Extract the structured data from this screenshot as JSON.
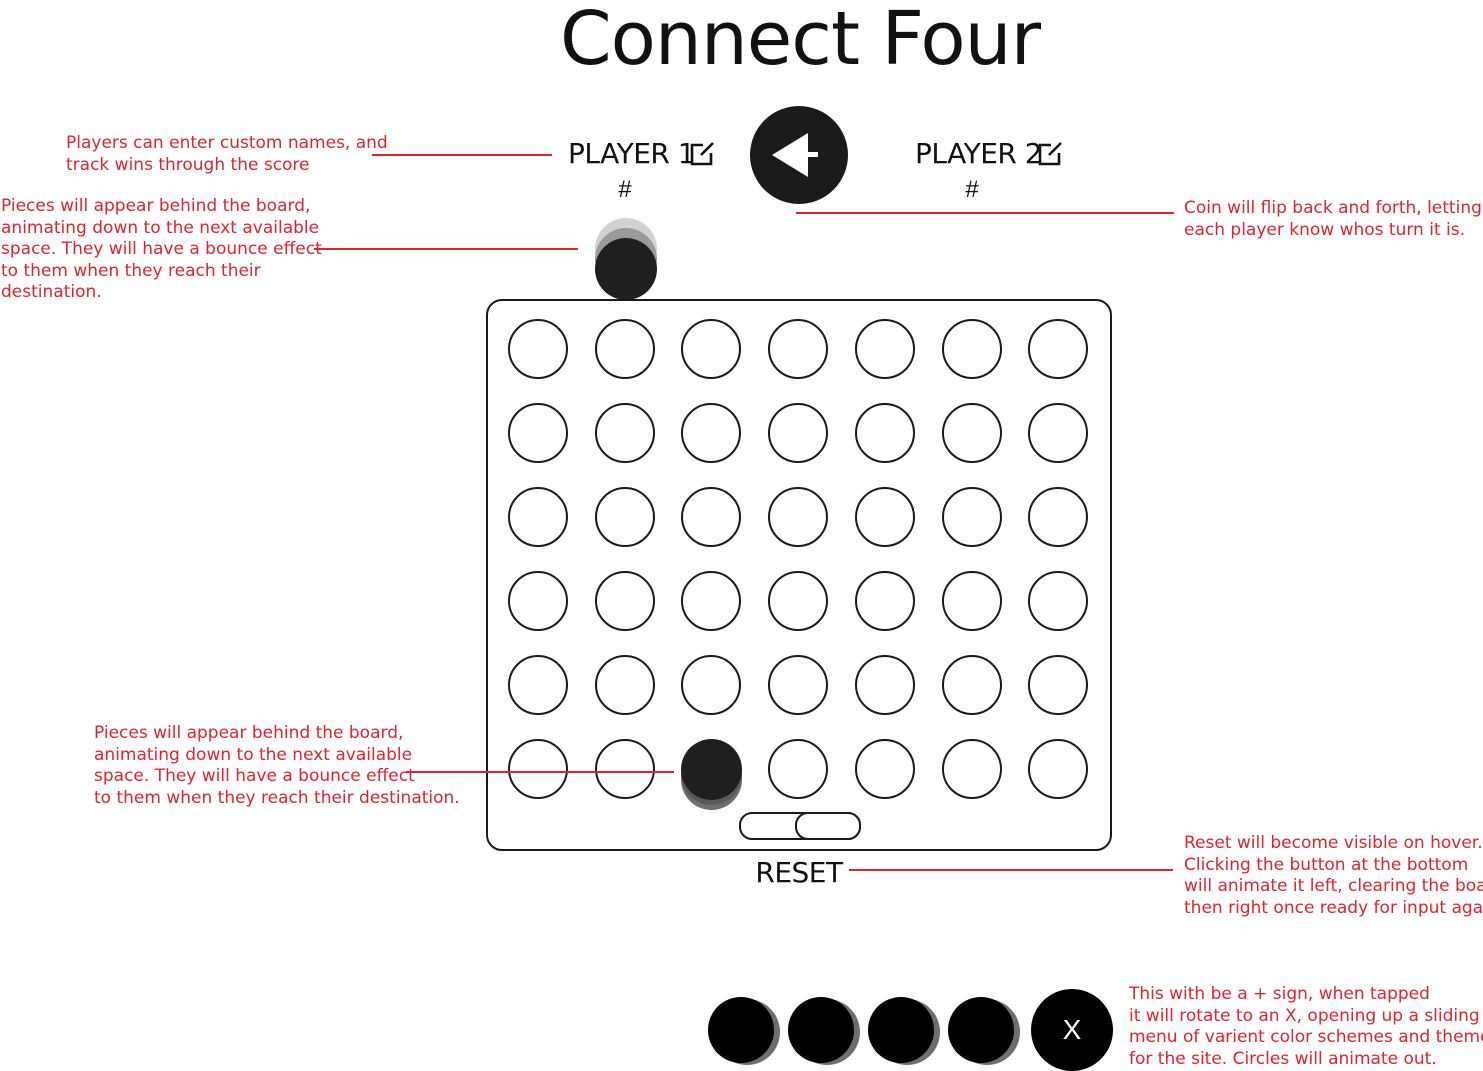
{
  "header": {
    "title": "Connect Four"
  },
  "players": [
    {
      "name": "PLAYER 1",
      "score": "#",
      "edit_icon": "edit-icon"
    },
    {
      "name": "PLAYER 2",
      "score": "#",
      "edit_icon": "edit-icon"
    }
  ],
  "turn_coin": {
    "icon": "arrow-left-icon"
  },
  "board": {
    "rows": 6,
    "columns": 7,
    "filled_cells": [
      [
        5,
        2
      ]
    ]
  },
  "reset": {
    "label": "RESET"
  },
  "menu": {
    "toggle_label": "X",
    "theme_swatch_count": 4
  },
  "annotations": {
    "names": "Players can enter custom names, and\ntrack wins through the score",
    "top_piece": "Pieces will appear behind the board,\nanimating down to the next available\nspace. They will have a bounce effect\nto them when they reach their\ndestination.",
    "coin": "Coin will flip back and forth, letting\neach player know whos turn it is.",
    "bottom_piece": "Pieces will appear behind the board,\nanimating down to the next available\nspace. They will have a bounce effect\nto them when they reach their destination.",
    "reset": "Reset will become visible on hover.\nClicking the button at the bottom\nwill animate it left, clearing the board\nthen right once ready for input again.",
    "menu": "This with be a + sign, when tapped\nit will rotate to an X, opening up a sliding\nmenu of varient color schemes and themes\nfor the site. Circles will animate out."
  },
  "colors": {
    "annotation": "#e0242b",
    "ink": "#1a1a1a",
    "background": "#ffffff"
  }
}
